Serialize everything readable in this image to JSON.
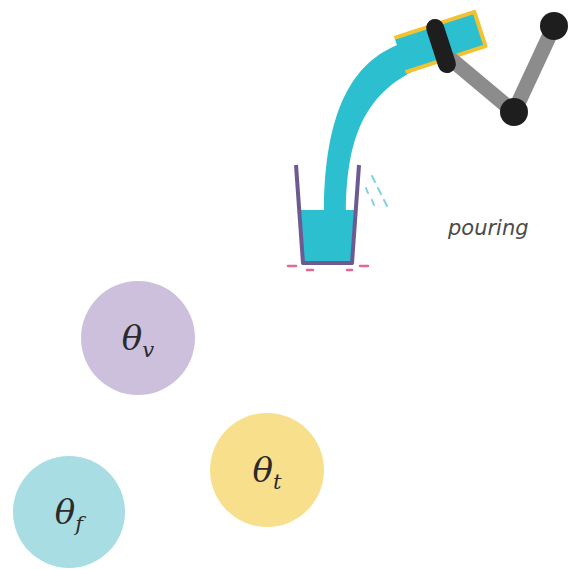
{
  "diagram": {
    "nodes": [
      {
        "text": [
          "θv"
        ]
      },
      {
        "text": [
          "θt"
        ]
      },
      {
        "text": [
          "θf"
        ]
      }
    ],
    "labels": [
      "pouring"
    ]
  }
}
